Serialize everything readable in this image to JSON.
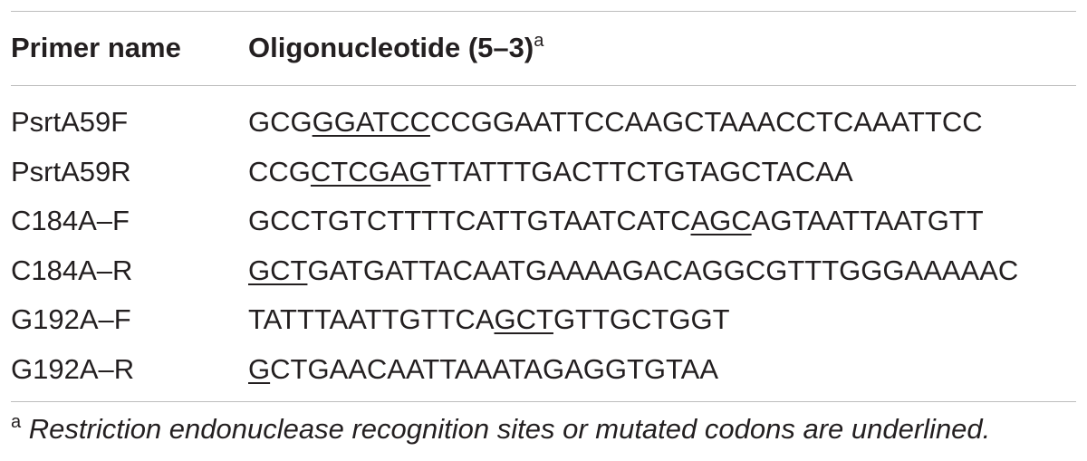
{
  "table": {
    "columns": {
      "name_header": "Primer name",
      "seq_header": "Oligonucleotide (5–3)",
      "seq_header_note_mark": "a"
    },
    "rows": [
      {
        "name": "PsrtA59F",
        "seq": {
          "pre": "GCG",
          "under": "GGATCC",
          "post": "CCGGAATTCCAAGCTAAACCTCAAATTCC"
        }
      },
      {
        "name": "PsrtA59R",
        "seq": {
          "pre": "CCG",
          "under": "CTCGAG",
          "post": "TTATTTGACTTCTGTAGCTACAA"
        }
      },
      {
        "name": "C184A–F",
        "seq": {
          "pre": "GCCTGTCTTTTCATTGTAATCATC",
          "under": "AGC",
          "post": "AGTAATTAATGTT"
        }
      },
      {
        "name": "C184A–R",
        "seq": {
          "pre": "",
          "under": "GCT",
          "post": "GATGATTACAATGAAAAGACAGGCGTTTGGGAAAAAC"
        }
      },
      {
        "name": "G192A–F",
        "seq": {
          "pre": "TATTTAATTGTTCA",
          "under": "GCT",
          "post": "GTTGCTGGT"
        }
      },
      {
        "name": "G192A–R",
        "seq": {
          "pre": "",
          "under": "G",
          "post": "CTGAACAATTAAATAGAGGTGTAA"
        }
      }
    ]
  },
  "footnote": {
    "mark": "a",
    "text": "Restriction endonuclease recognition sites or mutated codons are underlined."
  }
}
